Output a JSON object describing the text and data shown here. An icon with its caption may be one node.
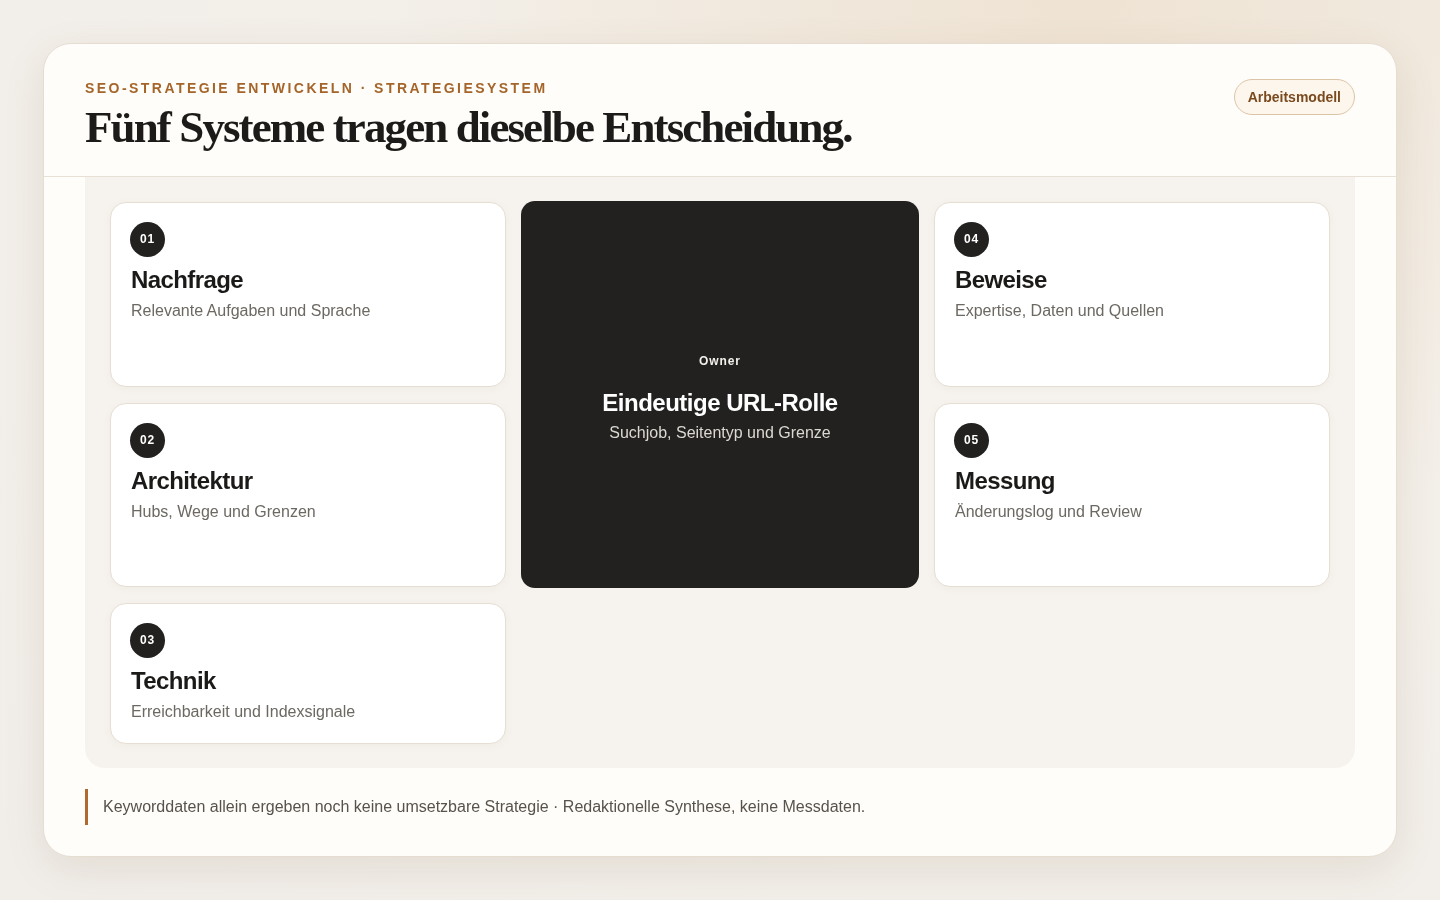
{
  "diagram": {
    "title": "Fünf Systeme tragen dieselbe Entscheidung.",
    "caption": "Keyworddaten allein ergeben noch keine umsetzbare Strategie · Redaktionelle Synthese, keine Messdaten.",
    "labels": [
      "SEO-STRATEGIE ENTWICKELN · STRATEGIESYSTEM",
      "Arbeitsmodell"
    ],
    "nodes": [
      {
        "text": [
          "Nachfrage",
          "Relevante Aufgaben und Sprache"
        ]
      },
      {
        "text": [
          "01"
        ],
        "in": 0
      },
      {
        "text": [
          "Owner",
          "Eindeutige URL-Rolle",
          "Suchjob, Seitentyp und Grenze"
        ]
      },
      {
        "text": [
          "Beweise",
          "Expertise, Daten und Quellen"
        ]
      },
      {
        "text": [
          "04"
        ],
        "in": 3
      },
      {
        "text": [
          "Architektur",
          "Hubs, Wege und Grenzen"
        ]
      },
      {
        "text": [
          "02"
        ],
        "in": 5
      },
      {
        "text": [
          "Messung",
          "Änderungslog und Review"
        ]
      },
      {
        "text": [
          "05"
        ],
        "in": 7
      },
      {
        "text": [
          "Technik",
          "Erreichbarkeit und Indexsignale"
        ]
      },
      {
        "text": [
          "03"
        ],
        "in": 9
      }
    ]
  }
}
